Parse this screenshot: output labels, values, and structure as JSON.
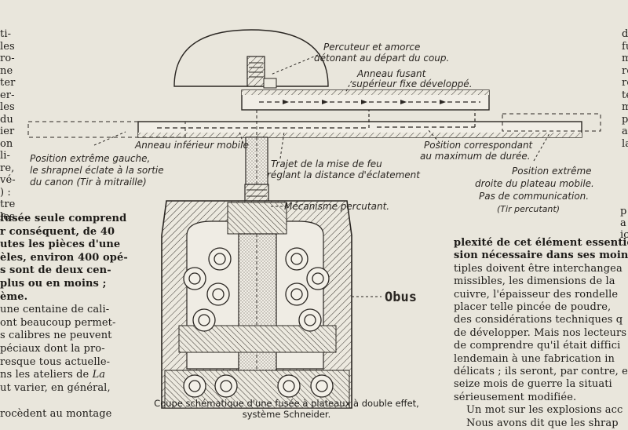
{
  "left_column": {
    "fragments": [
      "ti-",
      "les",
      "ro-",
      "ne",
      "ter",
      "er-",
      "les",
      "du",
      "ier",
      "on",
      "li-",
      "re,",
      "vé-",
      ") :",
      "tre",
      "les"
    ],
    "lines": [
      "fusée seule comprend",
      "r conséquent, de 40",
      "utes les pièces d'une",
      "èles, environ 400 opé-",
      "s sont de deux cen-",
      " plus ou en moins ;",
      "ème.",
      " une centaine de cali-",
      "ont beaucoup permet-",
      "s calibres ne peuvent",
      "péciaux dont la pro-",
      "resque tous actuelle-",
      "ns les ateliers de La",
      "ut varier, en général,",
      "",
      "rocèdent au montage"
    ]
  },
  "right_column": {
    "fragments": [
      "d",
      "fu",
      "m",
      "re",
      "re",
      "te",
      "m",
      "p",
      "a",
      "la"
    ],
    "mid_fragments": [
      "p",
      "a",
      "ic"
    ],
    "lines": [
      "plexité de cet élément essentiel",
      "sion nécessaire dans ses moindres",
      "tiples doivent être interchangea",
      "missibles, les dimensions de la",
      "cuivre, l'épaisseur des rondelle",
      "placer telle pincée de poudre,",
      "des considérations techniques q",
      "de développer. Mais nos lecteurs",
      "de comprendre qu'il était diffici",
      "lendemain à une fabrication in",
      "délicats ; ils seront, par contre, en",
      "seize mois de guerre la situati",
      "sérieusement modifiée.",
      "Un mot sur les explosions acc",
      "Nous avons dit que les shrap"
    ]
  },
  "diagram": {
    "labels": {
      "percuteur": [
        "Percuteur et amorce",
        "détonant au départ du coup."
      ],
      "anneau_fusant": [
        "Anneau fusant",
        "supérieur fixe développé."
      ],
      "anneau_inferieur": "Anneau inférieur mobile",
      "position_max": [
        "Position correspondant",
        "au maximum de durée."
      ],
      "position_gauche": [
        "Position extrême gauche,",
        "le shrapnel éclate à la sortie",
        "du canon (Tir à mitraille)"
      ],
      "trajet": [
        "Trajet de la mise de feu",
        "réglant la distance d'éclatement"
      ],
      "position_droite": [
        "Position extrême",
        "droite du plateau mobile.",
        "Pas de communication.",
        "(Tir percutant)"
      ],
      "mecanisme": "Mécanisme percutant.",
      "obus": "Obus"
    },
    "caption": [
      "Coupe schématique d'une fusée à plateaux à double effet,",
      "système Schneider."
    ]
  }
}
